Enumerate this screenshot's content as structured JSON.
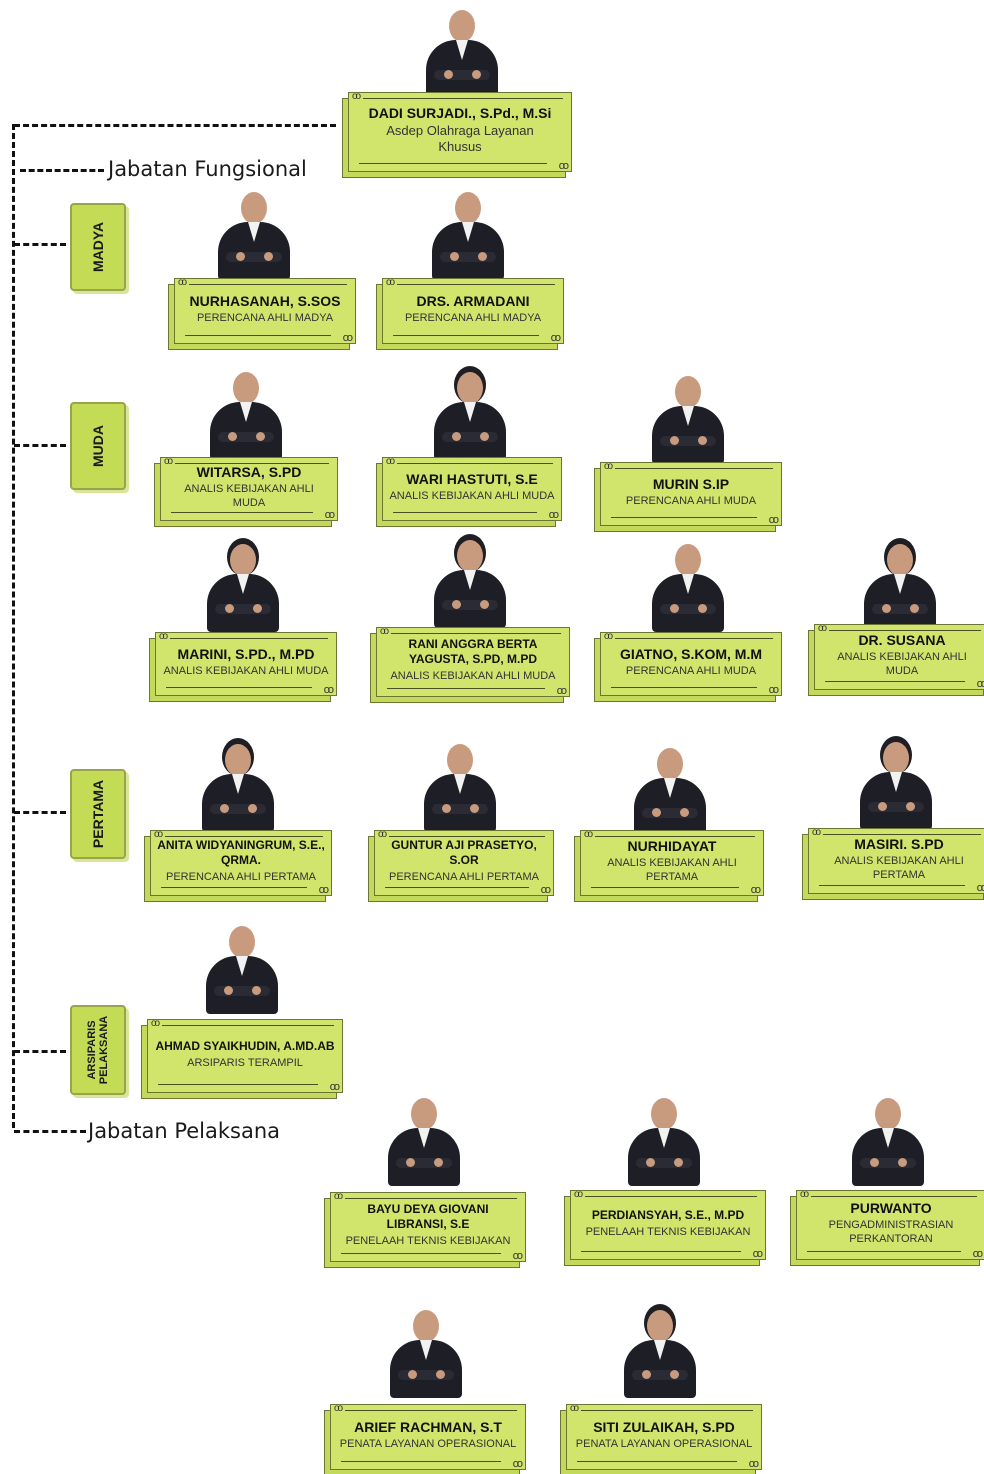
{
  "head": {
    "name": "DADI SURJADI., S.Pd., M.Si",
    "title": "Asdep Olahraga Layanan Khusus"
  },
  "section_functional": "Jabatan Fungsional",
  "section_executive": "Jabatan Pelaksana",
  "levels": {
    "madya": "MADYA",
    "muda": "MUDA",
    "pertama": "PERTAMA",
    "arsiparis_line1": "ARSIPARIS",
    "arsiparis_line2": "PELAKSANA"
  },
  "madya": [
    {
      "name": "NURHASANAH, S.SOS",
      "title": "PERENCANA AHLI MADYA"
    },
    {
      "name": "DRS. ARMADANI",
      "title": "PERENCANA AHLI MADYA"
    }
  ],
  "muda": [
    {
      "name": "WITARSA, S.PD",
      "title": "ANALIS KEBIJAKAN AHLI MUDA"
    },
    {
      "name": "WARI HASTUTI, S.E",
      "title": "ANALIS KEBIJAKAN AHLI MUDA"
    },
    {
      "name": "MURIN S.IP",
      "title": "PERENCANA AHLI MUDA"
    },
    {
      "name": "MARINI, S.PD., M.PD",
      "title": "ANALIS KEBIJAKAN AHLI MUDA"
    },
    {
      "name": "RANI ANGGRA BERTA YAGUSTA, S.PD, M.PD",
      "title": "ANALIS KEBIJAKAN AHLI MUDA"
    },
    {
      "name": "GIATNO, S.KOM, M.M",
      "title": "PERENCANA AHLI MUDA"
    },
    {
      "name": "DR. SUSANA",
      "title": "ANALIS KEBIJAKAN AHLI MUDA"
    }
  ],
  "pertama": [
    {
      "name": "ANITA WIDYANINGRUM, S.E., QRMA.",
      "title": "PERENCANA AHLI PERTAMA"
    },
    {
      "name": "GUNTUR AJI PRASETYO, S.OR",
      "title": "PERENCANA AHLI PERTAMA"
    },
    {
      "name": "NURHIDAYAT",
      "title": "ANALIS KEBIJAKAN AHLI PERTAMA"
    },
    {
      "name": "MASIRI. S.PD",
      "title": "ANALIS KEBIJAKAN AHLI PERTAMA"
    }
  ],
  "arsiparis": [
    {
      "name": "AHMAD SYAIKHUDIN, A.MD.AB",
      "title": "ARSIPARIS TERAMPIL"
    }
  ],
  "pelaksana": [
    {
      "name": "BAYU DEYA GIOVANI LIBRANSI, S.E",
      "title": "PENELAAH TEKNIS KEBIJAKAN"
    },
    {
      "name": "PERDIANSYAH, S.E., M.PD",
      "title": "PENELAAH TEKNIS KEBIJAKAN"
    },
    {
      "name": "PURWANTO",
      "title": "PENGADMINISTRASIAN PERKANTORAN"
    },
    {
      "name": "ARIEF RACHMAN, S.T",
      "title": "PENATA LAYANAN OPERASIONAL"
    },
    {
      "name": "SITI ZULAIKAH, S.PD",
      "title": "PENATA LAYANAN OPERASIONAL"
    }
  ]
}
